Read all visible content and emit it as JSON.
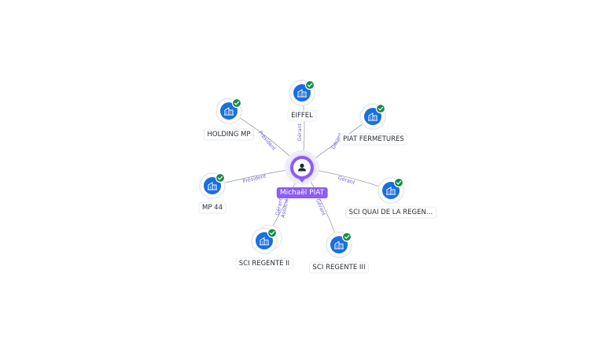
{
  "center": {
    "name": "Michaël PIAT",
    "icon": "person-icon",
    "color": "#8b5cf6"
  },
  "companies": [
    {
      "id": "eiffel",
      "name": "EIFFEL",
      "relation": "Gérant",
      "icon": "company-building-icon",
      "verified": true
    },
    {
      "id": "piat-fermetures",
      "name": "PIAT FERMETURES",
      "relation": "Gérant",
      "icon": "company-building-icon",
      "verified": true
    },
    {
      "id": "sci-quai-de-la-regente",
      "name": "SCI QUAI DE LA REGEN…",
      "relation": "Gérant",
      "icon": "company-building-icon",
      "verified": true
    },
    {
      "id": "sci-regente-iii",
      "name": "SCI REGENTE III",
      "relation": "Gérant",
      "icon": "company-building-icon",
      "verified": true
    },
    {
      "id": "sci-regente-ii",
      "name": "SCI REGENTE II",
      "relation": "Gérant",
      "relation2": "Associé",
      "icon": "company-building-icon",
      "verified": true
    },
    {
      "id": "mp-44",
      "name": "MP 44",
      "relation": "Président",
      "icon": "company-building-icon",
      "verified": true
    },
    {
      "id": "holding-mp",
      "name": "HOLDING MP",
      "relation": "Président",
      "icon": "company-building-icon",
      "verified": true
    }
  ],
  "colors": {
    "company": "#1a6fe0",
    "verified": "#168a4a",
    "edge": "#9aa0aa",
    "edge_label": "#6e63d9"
  }
}
